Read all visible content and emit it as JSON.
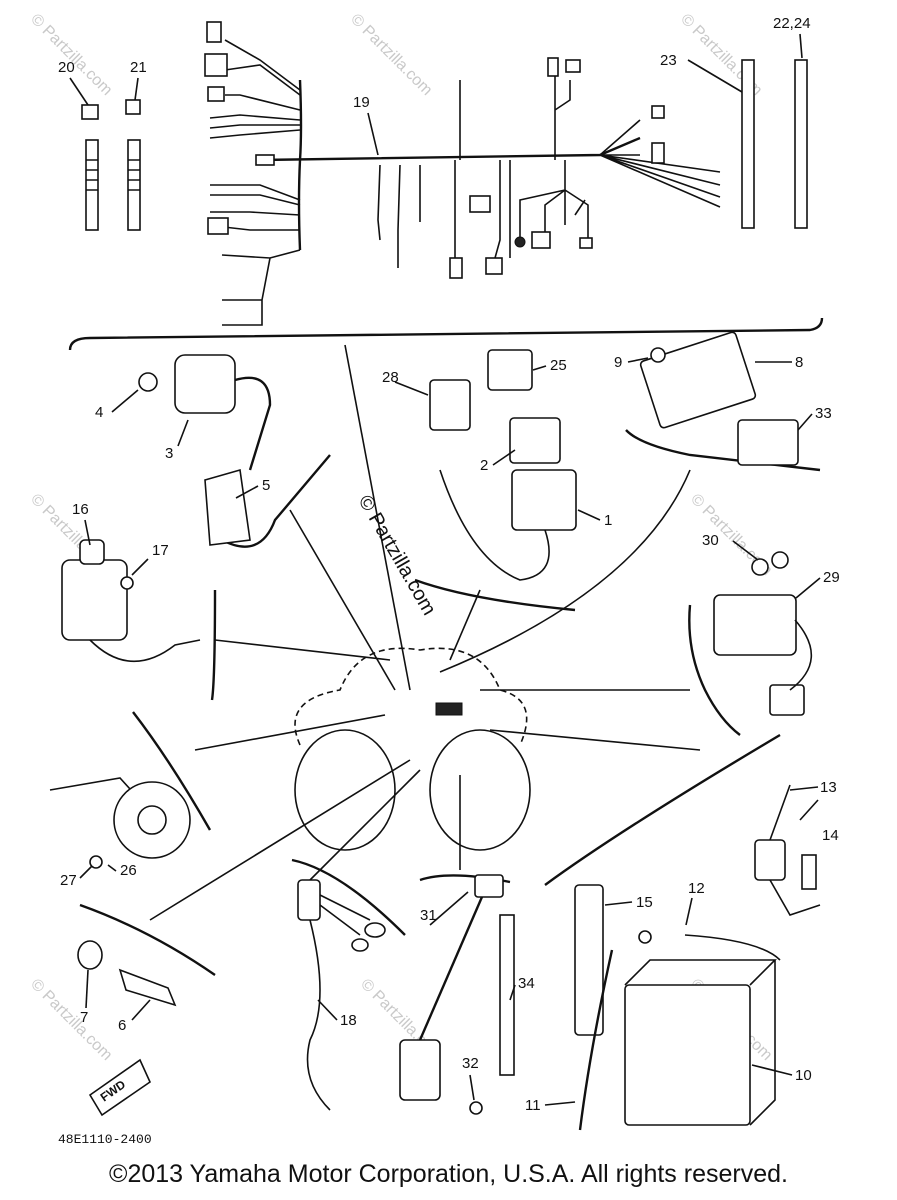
{
  "diagram": {
    "part_labels": [
      "1",
      "2",
      "3",
      "4",
      "5",
      "6",
      "7",
      "8",
      "9",
      "10",
      "11",
      "12",
      "13",
      "14",
      "15",
      "16",
      "17",
      "18",
      "19",
      "20",
      "21",
      "22,24",
      "23",
      "25",
      "26",
      "27",
      "28",
      "29",
      "30",
      "31",
      "32",
      "33",
      "34"
    ],
    "drawing_code": "48E1110-2400",
    "watermark": "© Partzilla.com",
    "fwd_label": "FWD"
  },
  "footer": {
    "copyright": "©2013 Yamaha Motor Corporation, U.S.A. All rights reserved."
  }
}
